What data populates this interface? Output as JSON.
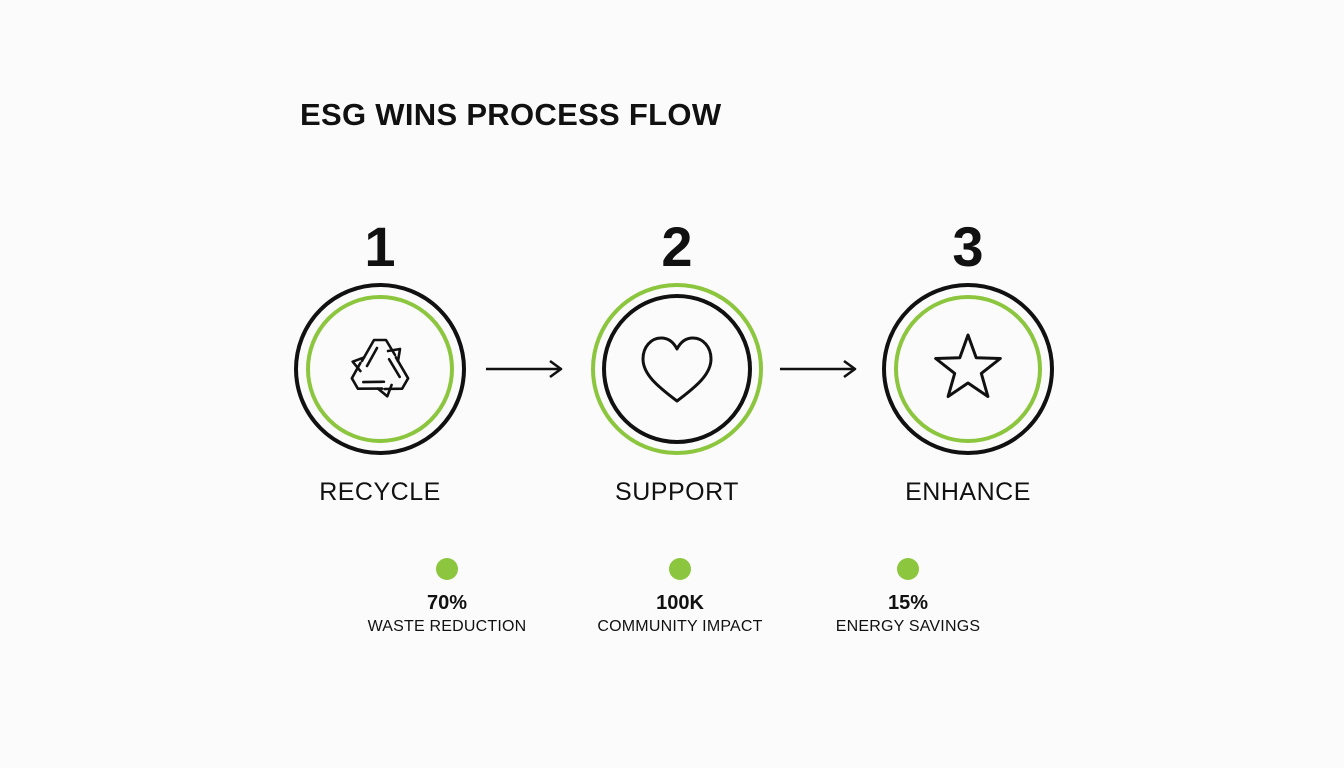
{
  "title": "ESG WINS PROCESS FLOW",
  "colors": {
    "accent": "#8cc63f",
    "ink": "#111111",
    "background": "#fbfbfb"
  },
  "steps": [
    {
      "number": "1",
      "label": "RECYCLE",
      "icon": "recycle-icon"
    },
    {
      "number": "2",
      "label": "SUPPORT",
      "icon": "heart-icon"
    },
    {
      "number": "3",
      "label": "ENHANCE",
      "icon": "star-icon"
    }
  ],
  "stats": [
    {
      "value": "70%",
      "caption": "WASTE REDUCTION"
    },
    {
      "value": "100K",
      "caption": "COMMUNITY IMPACT"
    },
    {
      "value": "15%",
      "caption": "ENERGY SAVINGS"
    }
  ]
}
